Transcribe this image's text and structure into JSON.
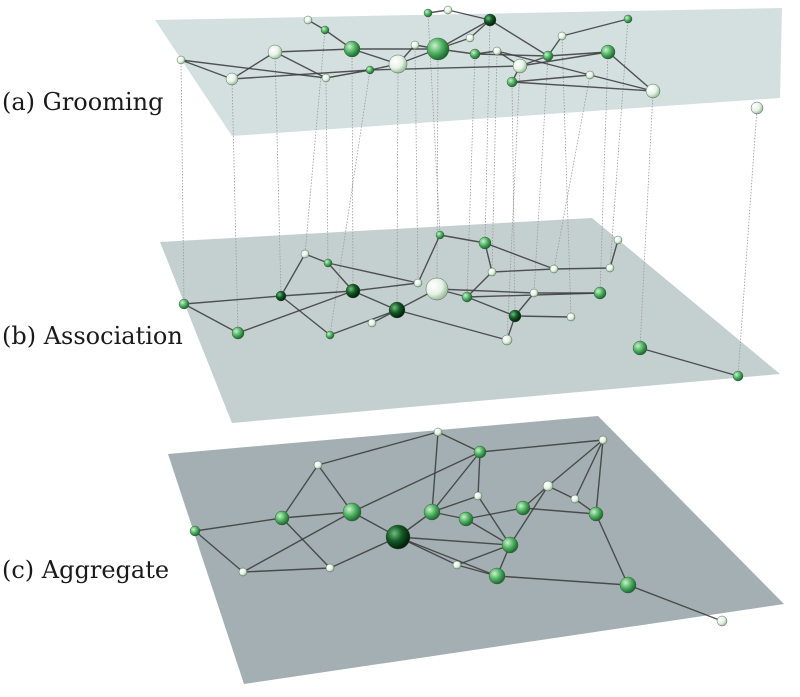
{
  "layers": [
    {
      "id": "grooming",
      "label": "(a) Grooming",
      "plane_color": "#cdd9da"
    },
    {
      "id": "association",
      "label": "(b) Association",
      "plane_color": "#c1ccce"
    },
    {
      "id": "aggregate",
      "label": "(c) Aggregate",
      "plane_color": "#9eabae"
    }
  ],
  "colors": {
    "node_light": "#eef7ee",
    "node_mid": "#5fc06f",
    "node_dark": "#0c3a1c",
    "edge": "#3a3a3a",
    "interlayer_line": "#9a9a9a"
  }
}
